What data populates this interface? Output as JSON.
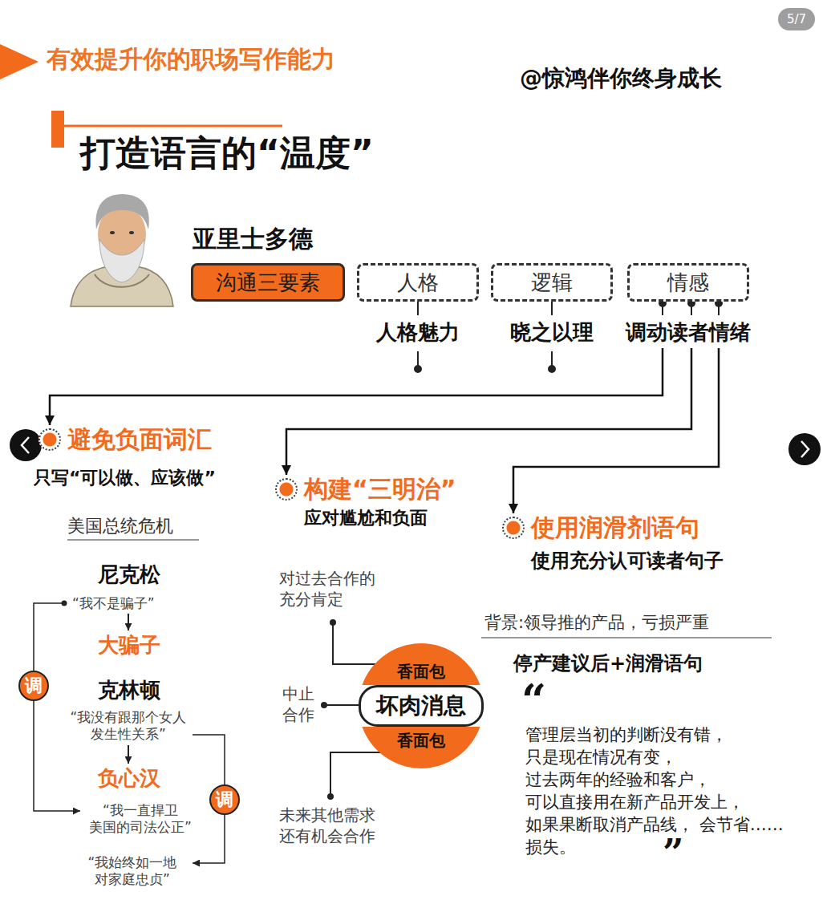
{
  "diagram": {
    "title": "有效提升你的职场写作能力",
    "nodes": [
      {
        "text": [
          "沟通三要素"
        ]
      },
      {
        "text": [
          "人格",
          "人格魅力"
        ]
      },
      {
        "text": [
          "逻辑",
          "晓之以理"
        ]
      },
      {
        "text": [
          "情感",
          "调动读者情绪"
        ]
      },
      {
        "text": [
          "避免负面词汇",
          "只写“可以做、应该做”"
        ]
      },
      {
        "text": [
          "构建“三明治”",
          "应对尴尬和负面"
        ]
      },
      {
        "text": [
          "使用润滑剂语句",
          "使用充分认可读者句子"
        ]
      },
      {
        "text": [
          "调"
        ]
      },
      {
        "text": [
          "调"
        ]
      },
      {
        "text": [
          "香面包"
        ]
      },
      {
        "text": [
          "坏肉消息"
        ]
      },
      {
        "text": [
          "香面包"
        ]
      }
    ],
    "edges": [
      {
        "from": 3,
        "to": 4,
        "arrow": "to"
      },
      {
        "from": 3,
        "to": 5,
        "arrow": "to"
      },
      {
        "from": 3,
        "to": 6,
        "arrow": "to"
      }
    ],
    "labels": [
      "@惊鸿伴你终身成长",
      "5/7",
      "打造语言的“温度”",
      "亚里士多德",
      "美国总统危机",
      "尼克松",
      "“我不是骗子”",
      "大骗子",
      "克林顿",
      "“我没有跟那个女人 发生性关系”",
      "负心汉",
      "“我一直捍卫 美国的司法公正”",
      "“我始终如一地 对家庭忠贞”",
      "对过去合作的 充分肯定",
      "中止 合作",
      "未来其他需求 还有机会合作",
      "背景:领导推的产品，亏损严重",
      "停产建议后+润滑语句",
      "“",
      "管理层当初的判断没有错， 只是现在情况有变， 过去两年的经验和客户， 可以直接用在新产品开发上， 如果果断取消产品线， 会节省……损失。",
      "”"
    ]
  }
}
